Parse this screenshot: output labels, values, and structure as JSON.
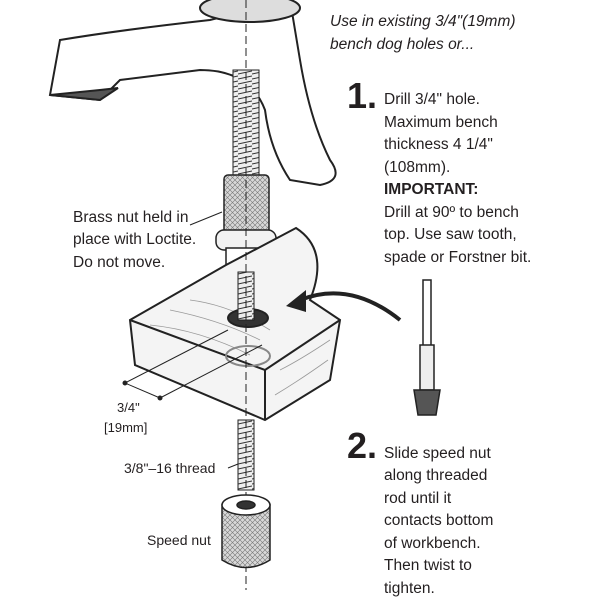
{
  "intro": {
    "lines": [
      "Use in existing 3/4\"(19mm)",
      "bench dog holes or..."
    ]
  },
  "step1": {
    "number": "1.",
    "lines": [
      "Drill 3/4\" hole.",
      "Maximum bench",
      "thickness 4 1/4\"",
      "(108mm).",
      "IMPORTANT:",
      "Drill at 90º to bench",
      "top. Use saw tooth,",
      "spade or Forstner bit."
    ]
  },
  "step2": {
    "number": "2.",
    "lines": [
      "Slide speed nut",
      "along threaded",
      "rod until it",
      "contacts bottom",
      "of workbench.",
      "Then twist to",
      "tighten."
    ]
  },
  "labels": {
    "brass_nut": [
      "Brass nut held in",
      "place with Loctite.",
      "Do not move."
    ],
    "hole_size": [
      "3/4\"",
      "[19mm]"
    ],
    "thread": "3/8\"–16 thread",
    "speed_nut": "Speed nut"
  }
}
